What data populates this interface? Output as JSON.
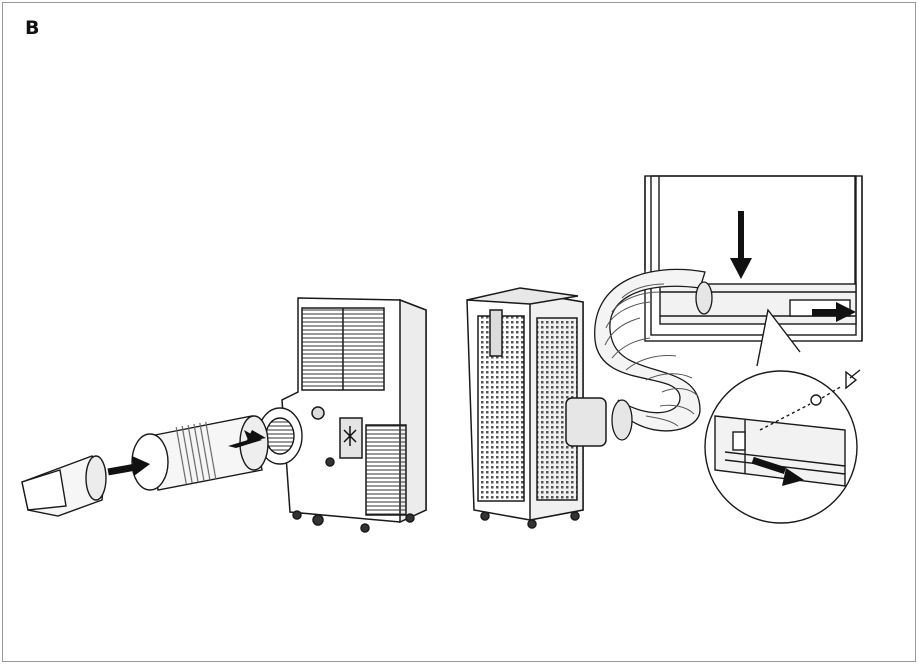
{
  "panel": {
    "label": "B"
  },
  "colors": {
    "line": "#1a1a1a",
    "fill_light": "#f2f2f2",
    "fill_mid": "#d9d9d9",
    "arrow": "#111111"
  },
  "illustration": {
    "subjects": [
      "portable-air-conditioner-rear",
      "portable-air-conditioner-front",
      "exhaust-hose",
      "window-kit",
      "window-frame"
    ],
    "arrows": [
      "assembly-arrow-nozzle",
      "assembly-arrow-hose",
      "window-down-arrow",
      "slide-right-arrow",
      "detail-slide-arrow"
    ]
  }
}
